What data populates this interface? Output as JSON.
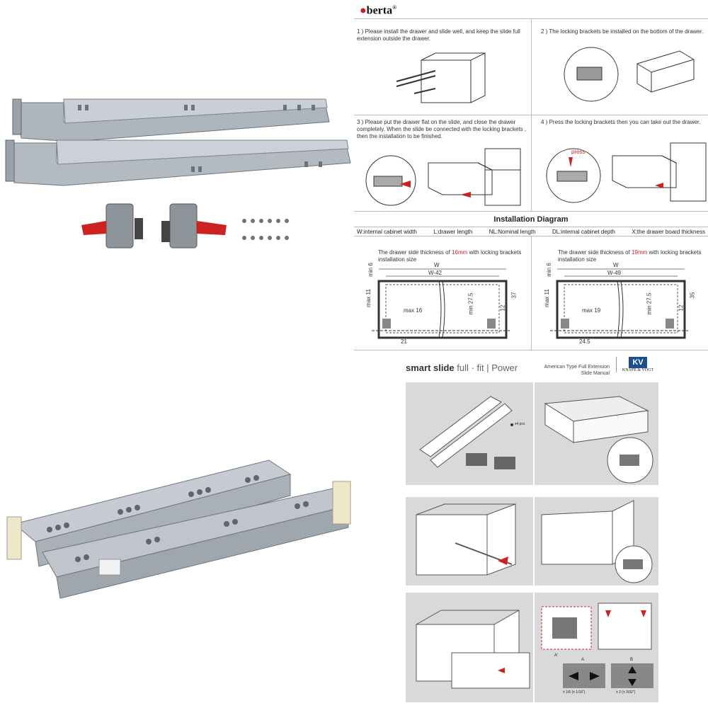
{
  "brand": {
    "name": "berta",
    "reg": "®"
  },
  "steps": [
    {
      "num": "1 )",
      "text": "Please install the drawer and slide well, and keep the slide full extension outside the drawer."
    },
    {
      "num": "2 )",
      "text": "The locking brackets be installed on the bottom of the drawer."
    },
    {
      "num": "3 )",
      "text": "Please put the drawer flat on the slide, and close the drawer completely. When the slide be connected with the locking brackets , then the installation to be finished."
    },
    {
      "num": "4 )",
      "text": "Press the locking brackets then you can take out the drawer."
    }
  ],
  "press_label": "press",
  "diagram": {
    "title": "Installation Diagram",
    "legend": [
      "W:internal cabinet width",
      "L:drawer length",
      "NL:Nominal length",
      "DL:internal cabinet depth",
      "X:the drawer board thickness"
    ],
    "left": {
      "caption_pre": "The drawer side thickness of ",
      "caption_thick": "16mm",
      "caption_post": " with locking brackets installation size",
      "w": "W",
      "wminus": "W-42",
      "min6": "min 6",
      "max11": "max 11",
      "max": "max 16",
      "min275": "min 27.5",
      "d12": "12",
      "right": "37",
      "bottom": "21"
    },
    "right": {
      "caption_pre": "The drawer side thickness of ",
      "caption_thick": "19mm",
      "caption_post": " with locking brackets installation size",
      "w": "W",
      "wminus": "W-49",
      "min6": "min 6",
      "max11": "max 11",
      "max": "max 19",
      "min275": "min 27.5",
      "d12": "12",
      "right": "35",
      "bottom": "24.5"
    }
  },
  "kv": {
    "product_a": "smart slide",
    "product_b": "full · fit",
    "product_c": "| Power",
    "subtitle1": "American Type Full Extension",
    "subtitle2": "Slide Manual",
    "logo": "KV",
    "logo_name": "KNAPE & VOGT",
    "screws": "x4 pcs",
    "label_a": "A",
    "label_b": "B",
    "label_a2": "A'",
    "dim_a": "± 1/6 (± 1/16\")",
    "dim_b": "± 2 (± 3/32\")"
  },
  "colors": {
    "accent_red": "#cc2222",
    "metal": "#b9c0c6",
    "panel": "#d9d9d9"
  }
}
